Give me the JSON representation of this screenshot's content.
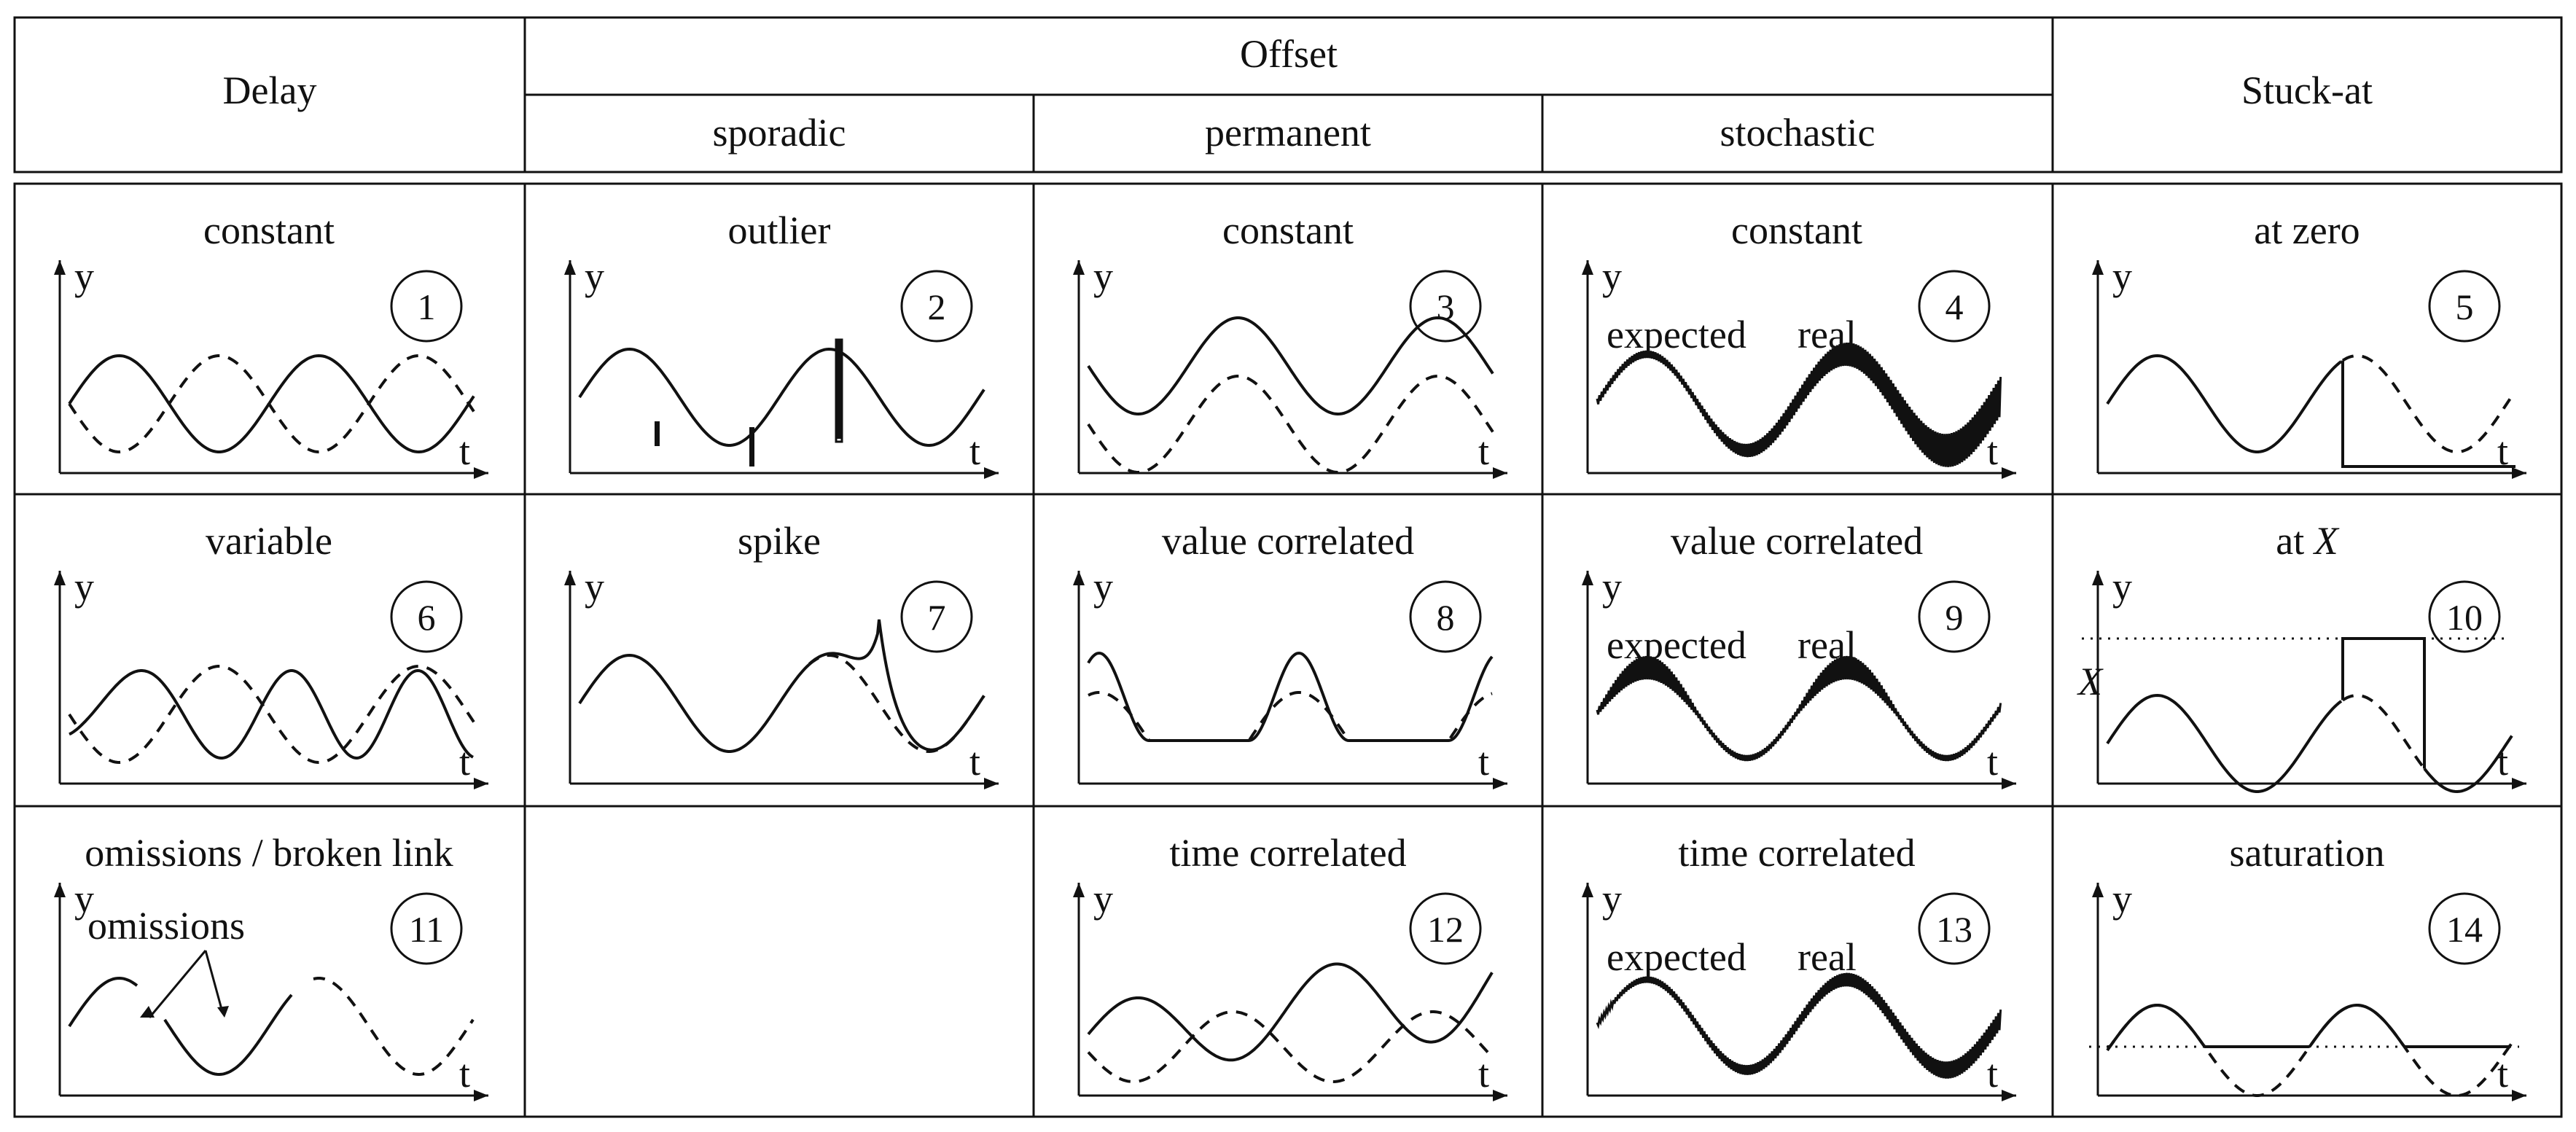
{
  "header": {
    "delay": "Delay",
    "offset": "Offset",
    "stuck_at": "Stuck-at",
    "sporadic": "sporadic",
    "permanent": "permanent",
    "stochastic": "stochastic"
  },
  "axis": {
    "y": "y",
    "t": "t"
  },
  "legend_labels": {
    "expected": "expected",
    "real": "real"
  },
  "cells": [
    {
      "title": "constant",
      "number": "1"
    },
    {
      "title": "outlier",
      "number": "2"
    },
    {
      "title": "constant",
      "number": "3"
    },
    {
      "title": "constant",
      "number": "4"
    },
    {
      "title": "at zero",
      "number": "5"
    },
    {
      "title": "variable",
      "number": "6"
    },
    {
      "title": "spike",
      "number": "7"
    },
    {
      "title": "value correlated",
      "number": "8"
    },
    {
      "title": "value correlated",
      "number": "9"
    },
    {
      "title_prefix": "at ",
      "title_var": "X",
      "number": "10",
      "level_label": "X"
    },
    {
      "title": "omissions / broken link",
      "number": "11",
      "annotation": "omissions"
    },
    {
      "title": "time correlated",
      "number": "12"
    },
    {
      "title": "time correlated",
      "number": "13"
    },
    {
      "title": "saturation",
      "number": "14"
    }
  ],
  "colors": {
    "line": "#111111",
    "background": "#ffffff"
  }
}
